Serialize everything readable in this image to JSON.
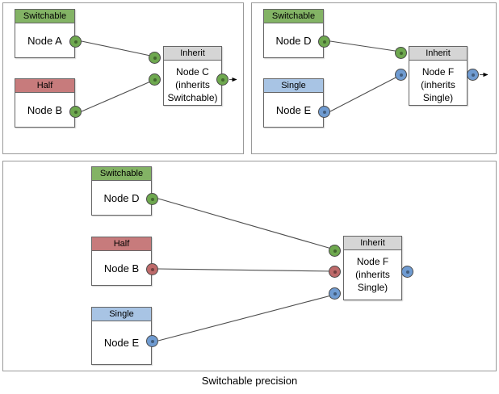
{
  "diagram": {
    "caption": "Switchable precision",
    "colors": {
      "switchable": "#83B365",
      "half": "#C77B7C",
      "single": "#A8C4E4",
      "inherit": "#D5D5D5",
      "port_green": "#6EA84F",
      "port_red": "#BE6A6A",
      "port_blue": "#6F9BD1",
      "edge": "#4d4d4d",
      "panel_border": "#9a9a9a"
    },
    "panels": [
      {
        "id": "panel-top-left",
        "nodes": [
          {
            "id": "node-a",
            "header": "Switchable",
            "body": "Node A"
          },
          {
            "id": "node-b",
            "header": "Half",
            "body": "Node B"
          },
          {
            "id": "node-c",
            "header": "Inherit",
            "body": "Node C\n(inherits\nSwitchable)"
          }
        ],
        "edges": [
          {
            "from": "node-a",
            "to": "node-c",
            "port_color": "green"
          },
          {
            "from": "node-b",
            "to": "node-c",
            "port_color": "green"
          }
        ]
      },
      {
        "id": "panel-top-right",
        "nodes": [
          {
            "id": "node-d",
            "header": "Switchable",
            "body": "Node D"
          },
          {
            "id": "node-e",
            "header": "Single",
            "body": "Node E"
          },
          {
            "id": "node-f",
            "header": "Inherit",
            "body": "Node F\n(inherits\nSingle)"
          }
        ],
        "edges": [
          {
            "from": "node-d",
            "to": "node-f",
            "port_color": "green"
          },
          {
            "from": "node-e",
            "to": "node-f",
            "port_color": "blue"
          }
        ]
      },
      {
        "id": "panel-bottom",
        "nodes": [
          {
            "id": "node-d2",
            "header": "Switchable",
            "body": "Node D"
          },
          {
            "id": "node-b2",
            "header": "Half",
            "body": "Node B"
          },
          {
            "id": "node-e2",
            "header": "Single",
            "body": "Node E"
          },
          {
            "id": "node-f2",
            "header": "Inherit",
            "body": "Node F\n(inherits\nSingle)"
          }
        ],
        "edges": [
          {
            "from": "node-d2",
            "to": "node-f2",
            "port_color": "green"
          },
          {
            "from": "node-b2",
            "to": "node-f2",
            "port_color": "red"
          },
          {
            "from": "node-e2",
            "to": "node-f2",
            "port_color": "blue"
          }
        ]
      }
    ],
    "labels": {
      "switchable": "Switchable",
      "half": "Half",
      "single": "Single",
      "inherit": "Inherit",
      "node_a": "Node A",
      "node_b": "Node B",
      "node_c": "Node C\n(inherits\nSwitchable)",
      "node_d": "Node D",
      "node_e": "Node E",
      "node_f": "Node F\n(inherits\nSingle)"
    }
  }
}
